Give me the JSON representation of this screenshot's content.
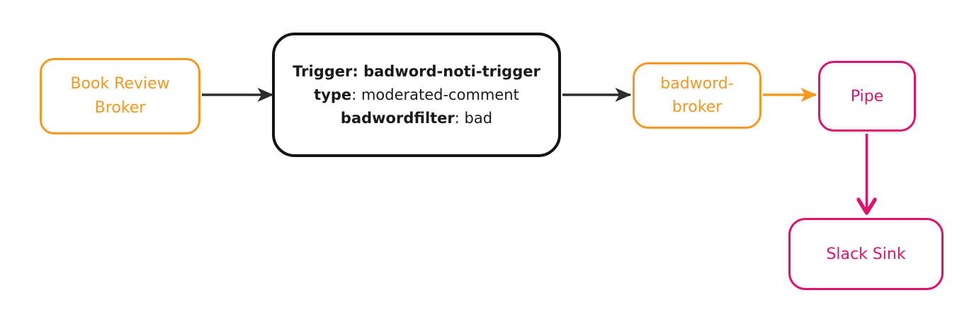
{
  "diagram": {
    "colors": {
      "orange": "#F7981D",
      "pink": "#E0136C",
      "black": "#141414",
      "arrow_dark": "#2d2d2d",
      "background": "#ffffff"
    },
    "nodes": {
      "book_review_broker": {
        "lines": [
          "Book Review",
          "Broker"
        ]
      },
      "trigger": {
        "line1": "Trigger: badword-noti-trigger",
        "line2_key": "type",
        "line2_value": ": moderated-comment",
        "line3_key": "badwordfilter",
        "line3_value": ": bad"
      },
      "badword_broker": {
        "lines": [
          "badword-",
          "broker"
        ]
      },
      "pipe": {
        "label": "Pipe"
      },
      "slack_sink": {
        "label": "Slack Sink"
      }
    },
    "edges": [
      {
        "from": "book_review_broker",
        "to": "trigger",
        "color": "arrow_dark",
        "style": "solid-arrowhead"
      },
      {
        "from": "trigger",
        "to": "badword_broker",
        "color": "arrow_dark",
        "style": "solid-arrowhead"
      },
      {
        "from": "badword_broker",
        "to": "pipe",
        "color": "orange",
        "style": "solid-arrowhead"
      },
      {
        "from": "pipe",
        "to": "slack_sink",
        "color": "pink",
        "style": "chevron-arrowhead"
      }
    ]
  }
}
